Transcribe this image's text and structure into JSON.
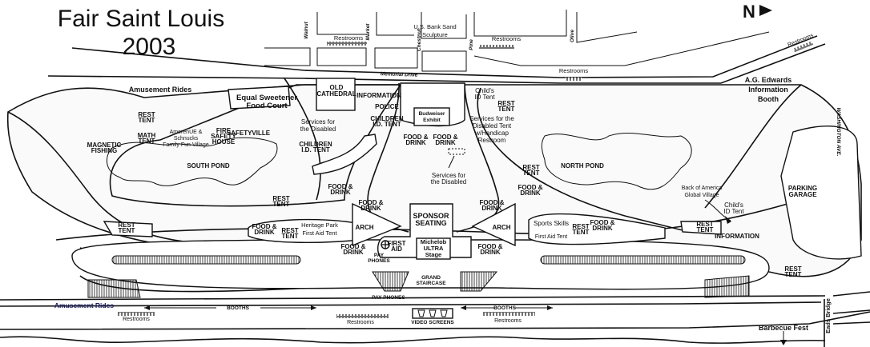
{
  "title": {
    "line1": "Fair Saint Louis",
    "line2": "2003"
  },
  "compass": {
    "label": "N",
    "icon": "north-arrow-icon"
  },
  "streets": {
    "walnut": "Walnut",
    "market": "Market",
    "chestnut": "Chestnut",
    "pine": "Pine",
    "olive": "Olive",
    "memorial": "Memorial Drive",
    "washington": "WASHINGTON AVE."
  },
  "top": {
    "restrooms_1": "Restrooms",
    "sand": [
      "U.S. Bank Sand",
      "Sculpture"
    ],
    "restrooms_2": "Restrooms",
    "restrooms_3": "Restrooms",
    "restrooms_4": "Restrooms",
    "ag_edwards": [
      "A.G. Edwards",
      "Information",
      "Booth"
    ]
  },
  "west": {
    "amusement_rides": "Amusement Rides",
    "food_court": [
      "Equal Sweetener",
      "Food Court"
    ],
    "rest_tent_1": [
      "REST",
      "TENT"
    ],
    "math_tent": [
      "MATH",
      "TENT"
    ],
    "family_village": [
      "AmerenUE &",
      "Schnucks",
      "Family Fun Village"
    ],
    "fire_house": [
      "FIRE",
      "SAFETY",
      "HOUSE"
    ],
    "safetyville": "SAFETYVILLE",
    "magnetic_fishing": [
      "MAGNETIC",
      "FISHING"
    ],
    "south_pond": "SOUTH POND",
    "disabled_1": [
      "Services for",
      "the Disabled"
    ],
    "children_tent_1": [
      "CHILDREN",
      "I.D. TENT"
    ],
    "rest_tent_2": [
      "REST",
      "TENT"
    ],
    "food_drink_1": [
      "FOOD &",
      "DRINK"
    ],
    "rest_tent_3": [
      "REST",
      "TENT"
    ],
    "heritage": [
      "Heritage Park",
      "First Aid Tent"
    ],
    "food_drink_2": [
      "FOOD &",
      "DRINK"
    ],
    "rest_tent_4": [
      "REST",
      "TENT"
    ]
  },
  "center": {
    "old_cathedral": [
      "OLD",
      "CATHEDRAL"
    ],
    "information": "INFORMATION",
    "police": "POLICE",
    "children_tent_2": [
      "CHILDREN",
      "I.D. TENT"
    ],
    "budweiser": [
      "Budweiser",
      "Exhibit"
    ],
    "food_drink_3": [
      "FOOD &",
      "DRINK"
    ],
    "food_drink_4": [
      "FOOD &",
      "DRINK"
    ],
    "disabled_2": [
      "Services for",
      "the Disabled"
    ],
    "food_drink_5": [
      "FOOD &",
      "DRINK"
    ],
    "food_drink_6": [
      "FOOD &",
      "DRINK"
    ],
    "sponsor": [
      "SPONSOR",
      "SEATING"
    ],
    "arch_1": "ARCH",
    "arch_2": "ARCH",
    "first_aid": [
      "FIRST",
      "AID"
    ],
    "pay_phones": [
      "PAY",
      "PHONES"
    ],
    "stage": [
      "Michelob",
      "ULTRA",
      "Stage"
    ],
    "food_drink_7": [
      "FOOD &",
      "DRINK"
    ],
    "food_drink_8": [
      "FOOD &",
      "DRINK"
    ],
    "grand_staircase": [
      "GRAND",
      "STAIRCASE"
    ]
  },
  "east": {
    "childs_tent_1": [
      "Child's",
      "ID Tent"
    ],
    "rest_tent_5": [
      "REST",
      "TENT"
    ],
    "disabled_3": [
      "Services for the",
      "Disabled Tent",
      "w/Handicap",
      "Restroom"
    ],
    "north_pond": "NORTH POND",
    "rest_tent_6": [
      "REST",
      "TENT"
    ],
    "food_drink_9": [
      "FOOD &",
      "DRINK"
    ],
    "sports": "Sports Skills",
    "first_aid_tent": "First Aid Tent",
    "rest_tent_7": [
      "REST",
      "TENT"
    ],
    "food_drink_10": [
      "FOOD &",
      "DRINK"
    ],
    "global_village": [
      "Back of America",
      "Global Village"
    ],
    "childs_tent_2": [
      "Child's",
      "ID Tent"
    ],
    "rest_tent_8": [
      "REST",
      "TENT"
    ],
    "information": "INFORMATION",
    "parking": [
      "PARKING",
      "GARAGE"
    ],
    "rest_tent_9": [
      "REST",
      "TENT"
    ]
  },
  "levee": {
    "pay_phones": "PAY PHONES",
    "amusement_rides": "Amusement Rides",
    "booths_1": "BOOTHS",
    "booths_2": "BOOTHS",
    "restrooms_1": "Restrooms",
    "restrooms_2": "Restrooms",
    "restrooms_3": "Restrooms",
    "video_screens": "VIDEO SCREENS",
    "eads_bridge": "Eads Bridge",
    "barbecue": "Barbecue Fest"
  },
  "colors": {
    "ink": "#111111",
    "amusement_rides_levee": "#1a1a5a",
    "background": "#ffffff"
  }
}
